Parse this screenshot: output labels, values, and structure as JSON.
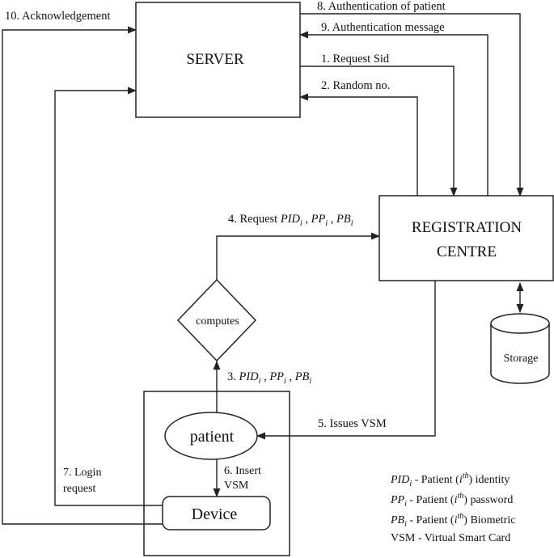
{
  "nodes": {
    "server": "SERVER",
    "registration_line1": "REGISTRATION",
    "registration_line2": "CENTRE",
    "computes": "computes",
    "storage": "Storage",
    "patient": "patient",
    "device": "Device"
  },
  "edges": {
    "e10": "10. Acknowledgement",
    "e8": "8. Authentication of patient",
    "e9": "9. Authentication message",
    "e1": "1. Request Sid",
    "e2": "2. Random no.",
    "e4_prefix": "4. Request",
    "e3_prefix": "3.",
    "e5": "5. Issues VSM",
    "e6_line1": "6. Insert",
    "e6_line2": "VSM",
    "e7_line1": "7. Login",
    "e7_line2": "request"
  },
  "symbols": {
    "pid": "PID",
    "pp": "PP",
    "pb": "PB",
    "i": "i",
    "ith": "th",
    "comma": ","
  },
  "legend": {
    "pid_desc_a": " - Patient (",
    "pid_desc_b": ")  identity",
    "pp_desc_a": " -  Patient (",
    "pp_desc_b": ") password",
    "pb_desc_a": " -  Patient (",
    "pb_desc_b": ") Biometric",
    "vsm": "VSM - Virtual Smart Card"
  }
}
